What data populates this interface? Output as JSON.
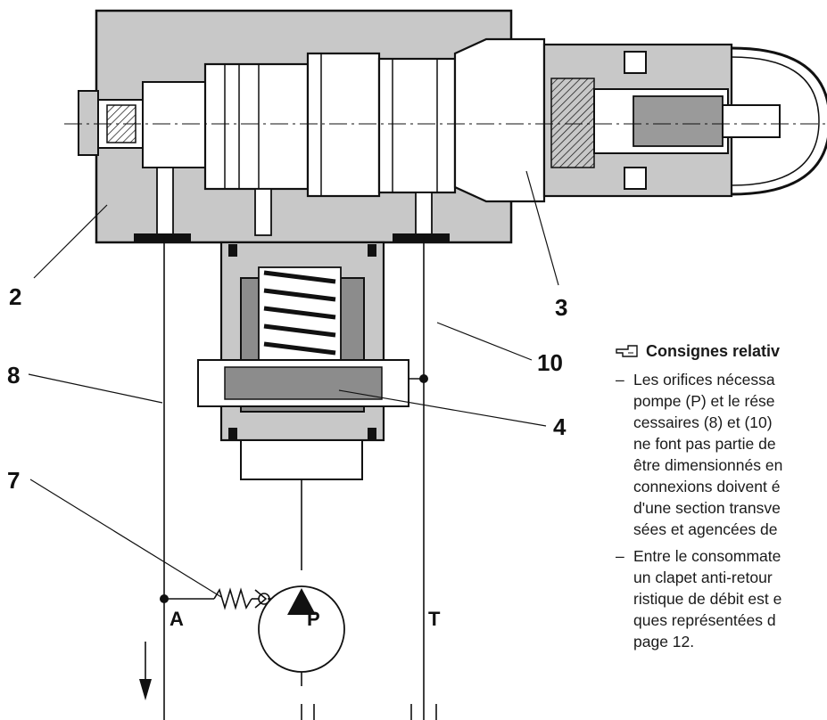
{
  "callouts": {
    "c2": "2",
    "c3": "3",
    "c4": "4",
    "c7": "7",
    "c8": "8",
    "c10": "10"
  },
  "ports": {
    "a": "A",
    "p": "P",
    "t": "T"
  },
  "notes": {
    "icon": "pointing-hand-icon",
    "heading": "Consignes relativ",
    "item1_lines": [
      "Les orifices nécessa",
      "pompe (P) et le rése",
      "cessaires (8) et (10)",
      "ne font pas partie de",
      "être dimensionnés en",
      "connexions doivent é",
      "d'une section transve",
      "sées et agencées de"
    ],
    "item2_lines": [
      "Entre le consommate",
      "un clapet anti-retour",
      "ristique de débit est e",
      "ques représentées d",
      "page 12."
    ],
    "dash": "–"
  },
  "colors": {
    "body_fill": "#c8c8c8",
    "insert_fill": "#8c8c8c",
    "line": "#111111",
    "background": "#ffffff"
  }
}
